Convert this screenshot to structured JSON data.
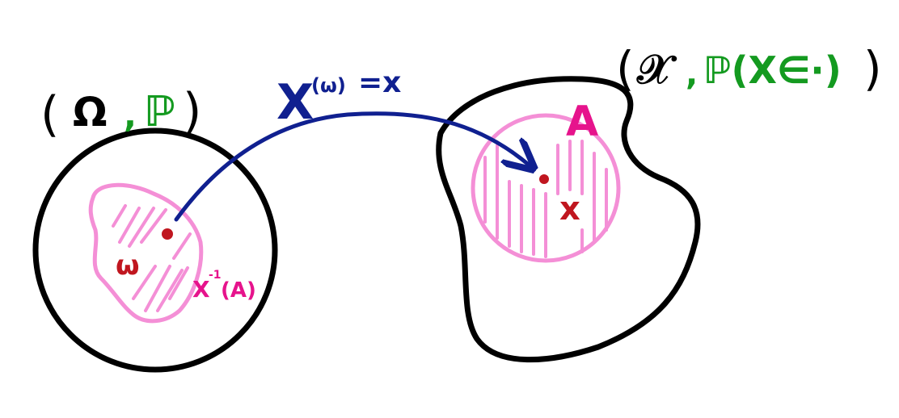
{
  "left_space": {
    "paren_open": "(",
    "set_symbol": "Ω",
    "comma": ",",
    "measure": "ℙ",
    "paren_close": ")",
    "point_label": "ω",
    "preimage_label": "X",
    "preimage_superscript": "-1",
    "preimage_arg": "(A)"
  },
  "mapping": {
    "function": "X",
    "argument": "(ω)",
    "equals": "=x"
  },
  "right_space": {
    "paren_open": "(",
    "set_symbol": "𝒳",
    "comma": ",",
    "measure": "ℙ(X∈·)",
    "paren_close": ")",
    "set_label": "A",
    "point_label": "x"
  },
  "colors": {
    "outline": "#000000",
    "set_fill": "#f48fd6",
    "point": "#c0161f",
    "label_magenta": "#e6138c",
    "measure_green": "#149a20",
    "arrow_blue": "#102090"
  }
}
